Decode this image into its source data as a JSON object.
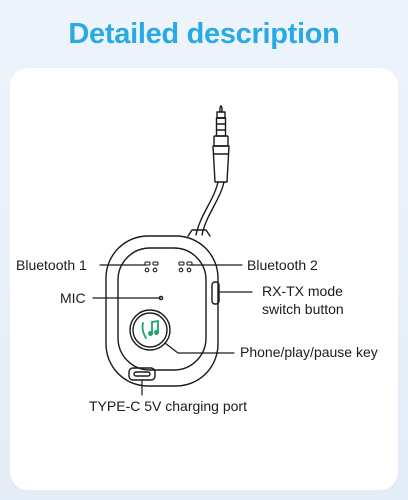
{
  "title": "Detailed description",
  "colors": {
    "title": "#2aaae4",
    "background": "#e8f0f9",
    "card": "#ffffff",
    "line_art": "#1a1a1a",
    "button_icon": "#1aa36a"
  },
  "labels": {
    "bluetooth1": "Bluetooth 1",
    "bluetooth2": "Bluetooth 2",
    "mic": "MIC",
    "rx_tx_line1": "RX-TX mode",
    "rx_tx_line2": "switch button",
    "phone_key": "Phone/play/pause key",
    "charging_port": "TYPE-C 5V charging port"
  }
}
